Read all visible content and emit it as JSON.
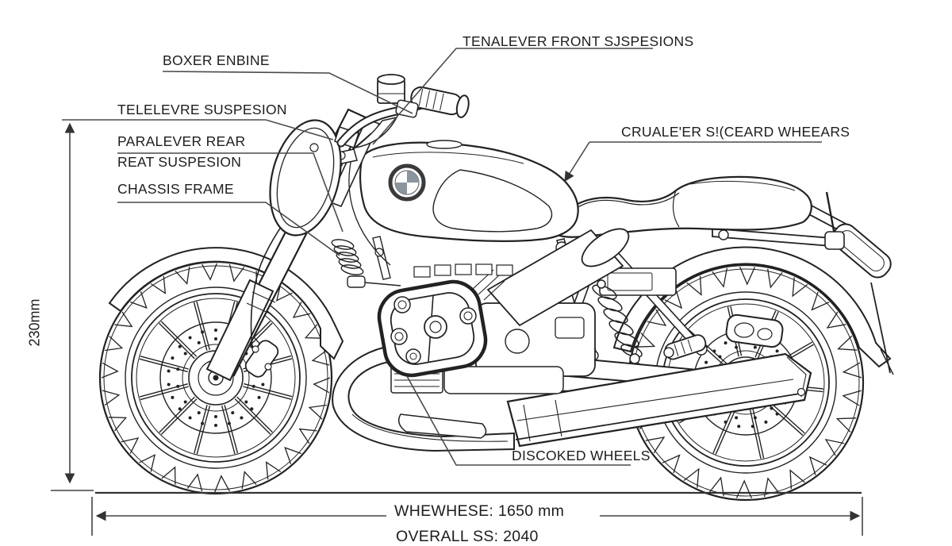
{
  "callouts": {
    "front_suspension": "TENALEVER FRONT SJSPESIONS",
    "boxer_engine": "BOXER ENBINE",
    "telelever_suspension": "TELELEVRE SUSPESION",
    "paralever_rear_line1": "PARALEVER REAR",
    "paralever_rear_line2": "REAT SUSPESION",
    "chassis_frame": "CHASSIS FRAME",
    "cruiser_wheels": "CRUALE'ER S!(CEARD WHEEARS",
    "disc_wheels": "DISCOKED WHEELS"
  },
  "dimensions": {
    "height": "230mm",
    "wheelbase": "WHEWHESE: 1650 mm",
    "overall_clipped": "OVERALL SS: 2040"
  },
  "icons": {
    "tank_badge": "bmw-roundel-icon"
  },
  "style": {
    "line_color": "#222222",
    "leader_color": "#4a4a4a",
    "badge_quarter_color": "#8a95a0",
    "background": "#ffffff"
  }
}
